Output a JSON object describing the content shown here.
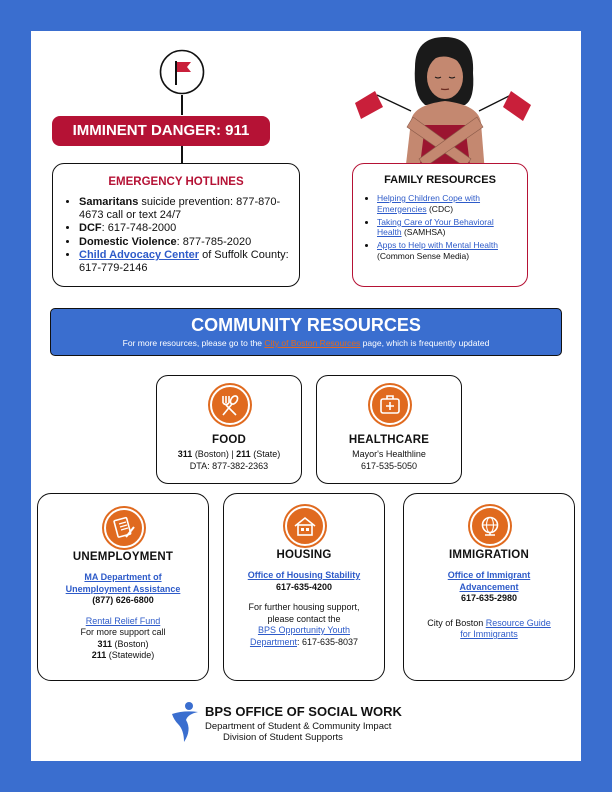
{
  "danger": {
    "label": "IMMINENT DANGER: 911"
  },
  "emergency": {
    "title": "EMERGENCY HOTLINES",
    "items": [
      {
        "bold": "Samaritans",
        "text": " suicide prevention: 877-870-4673 call or text 24/7"
      },
      {
        "bold": "DCF",
        "text": ": 617-748-2000"
      },
      {
        "bold": "Domestic Violence",
        "text": ": 877-785-2020"
      },
      {
        "link": "Child Advocacy Center",
        "text": " of Suffolk County: 617-779-2146"
      }
    ]
  },
  "family": {
    "title": "FAMILY RESOURCES",
    "items": [
      {
        "link": "Helping Children Cope with Emergencies",
        "text": " (CDC)"
      },
      {
        "link": "Taking Care of Your Behavioral Health",
        "text": " (SAMHSA)"
      },
      {
        "link": "Apps to Help with Mental Health",
        "text": " (Common Sense Media)"
      }
    ]
  },
  "community": {
    "title": "COMMUNITY RESOURCES",
    "sub_before": "For more resources, please go to the ",
    "sub_link": "City of Boston Resources",
    "sub_after": " page, which is frequently updated"
  },
  "food": {
    "icon": "fork-spoon-icon",
    "title": "FOOD",
    "line1_a": "311",
    "line1_b": " (Boston) | ",
    "line1_c": "211",
    "line1_d": " (State)",
    "line2": "DTA: 877-382-2363"
  },
  "healthcare": {
    "icon": "first-aid-kit-icon",
    "title": "HEALTHCARE",
    "line1": "Mayor's Healthline",
    "line2": "617-535-5050"
  },
  "unemployment": {
    "icon": "document-pen-icon",
    "title": "UNEMPLOYMENT",
    "link1": "MA Department of Unemployment Assistance",
    "phone": "(877) 626-6800",
    "link2": "Rental Relief Fund",
    "line3": "For more support call",
    "line4a": "311",
    "line4b": " (Boston)",
    "line5a": "211",
    "line5b": " (Statewide)"
  },
  "housing": {
    "icon": "house-icon",
    "title": "HOUSING",
    "link1": "Office of Housing Stability",
    "phone": "617-635-4200",
    "text1": "For further housing support, please contact the",
    "link2": "BPS Opportunity Youth Department",
    "text2": ": 617-635-8037"
  },
  "immigration": {
    "icon": "globe-icon",
    "title": "IMMIGRATION",
    "link1": "Office of Immigrant Advancement",
    "phone": "617-635-2980",
    "text1": "City of Boston ",
    "link2": "Resource Guide for Immigrants"
  },
  "footer": {
    "title": "BPS OFFICE OF SOCIAL WORK",
    "line1": "Department of Student & Community Impact",
    "line2": "Division of Student Supports"
  },
  "colors": {
    "page_border": "#3a6ecf",
    "accent_red": "#b51235",
    "accent_orange": "#e06a1f",
    "link_blue": "#2e5bc9"
  }
}
